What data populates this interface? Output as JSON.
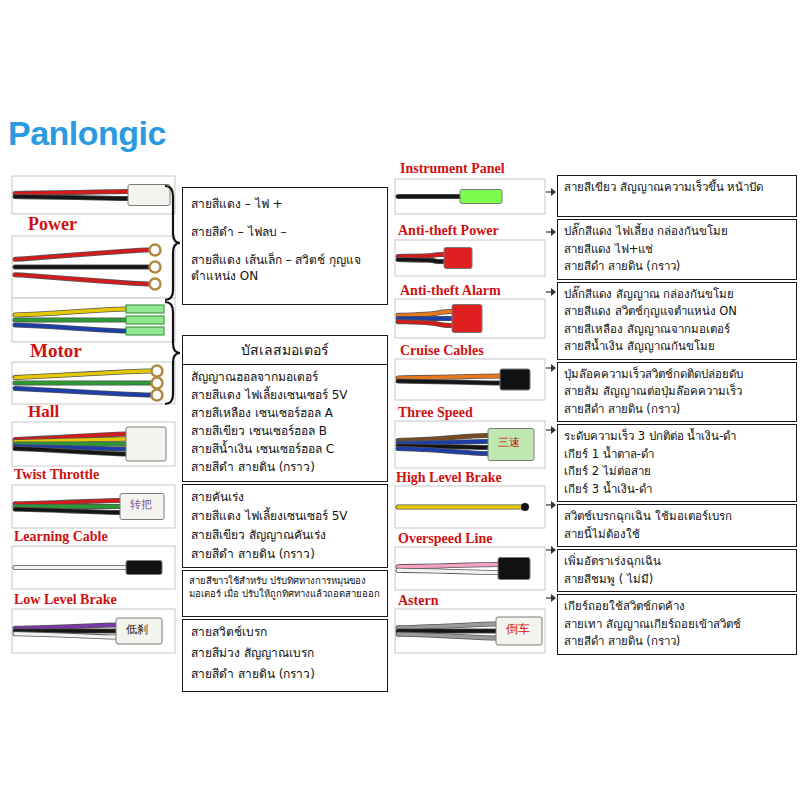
{
  "diagram": {
    "title": "Panlongic",
    "nodes": [
      {
        "text": [
          "สายสีแดง – ไฟ +",
          "สายสีดำ – ไฟลบ –",
          "สายสีแดง เส้นเล็ก – สวิตช์ กุญแจตำแหน่ง ON"
        ]
      },
      {
        "text": [
          "บัสเลสมอเตอร์",
          "สัญญาณฮอลจากมอเตอร์",
          "สายสีแดง ไฟเลี้ยงเซนเซอร์ 5V",
          "สายสีเหลือง เซนเซอร์ฮอล A",
          "สายสีเขียว เซนเซอร์ฮอล B",
          "สายสีน้ำเงิน เซนเซอร์ฮอล C",
          "สายสีดำ สายดิน (กราว)"
        ]
      },
      {
        "text": [
          "สายคันเร่ง",
          "สายสีแดง ไฟเลี้ยงเซนเซอร์ 5V",
          "สายสีเขียว สัญญาณคันเร่ง",
          "สายสีดำ สายดิน (กราว)"
        ]
      },
      {
        "text": [
          "สายสีขาวใช้สำหรับ ปรับทิศทางการหมุนของมอเตอร์ เมื่อ ปรับให้ถูกทิศทางแล้วถอดสายออก"
        ]
      },
      {
        "text": [
          "สายสวิตช์เบรก",
          "สายสีม่วง สัญญาณเบรก",
          "สายสีดำ สายดิน (กราว)"
        ]
      },
      {
        "text": [
          "สายสีเขียว สัญญาณความเร็วขึ้น หน้าปัด"
        ]
      },
      {
        "text": [
          "ปลั๊กสีแดง ไฟเลี้ยง กล่องกันขโมย",
          "สายสีแดง ไฟ+แช่",
          "สายสีดำ สายดิน (กราว)"
        ]
      },
      {
        "text": [
          "ปลั๊กสีแดง สัญญาณ กล่องกันขโมย",
          "สายสีแดง สวิตช์กุญแจตำแหน่ง ON",
          "สายสีเหลือง สัญญาณจากมอเตอร์",
          "สายสีน้ำเงิน สัญญาณกันขโมย"
        ]
      },
      {
        "text": [
          "ปุ่มล๊อคความเร็วสวิตช์กดติดปล่อยดับ",
          "สายส้ม สัญญาณต่อปุ่มล๊อคความเร็ว",
          "สายสีดำ สายดิน (กราว)"
        ]
      },
      {
        "text": [
          "ระดับความเร็ว 3 ปกติต่อ น้ำเงิน-ดำ",
          "เกียร์ 1 น้ำตาล-ดำ",
          "เกียร์ 2 ไม่ต่อสาย",
          "เกียร์ 3 น้ำเงิน-ดำ"
        ]
      },
      {
        "text": [
          "สวิตช์เบรกฉุกเฉิน ใช้มอเตอร์เบรก",
          "สายนี้ไม่ต้องใช้"
        ]
      },
      {
        "text": [
          "เพิ่มอัตราเร่งฉุกเฉิน",
          "สายสีชมพู ( ไม่มี)"
        ]
      },
      {
        "text": [
          "เกียร์ถอยใช้สวิตช์กดค้าง",
          "สายเทา สัญญาณเกียร์ถอยเข้าสวิตช์",
          "สายสีดำ สายดิน (กราว)"
        ]
      }
    ],
    "labels": [
      "Power",
      "Motor",
      "Hall",
      "Twist Throttle",
      "Learning Cable",
      "Low Level Brake",
      "Instrument Panel",
      "Anti-theft Power",
      "Anti-theft Alarm",
      "Cruise Cables",
      "Three Speed",
      "High Level Brake",
      "Overspeed Line",
      "Astern",
      "转把",
      "低刹",
      "三速",
      "倒车"
    ]
  }
}
